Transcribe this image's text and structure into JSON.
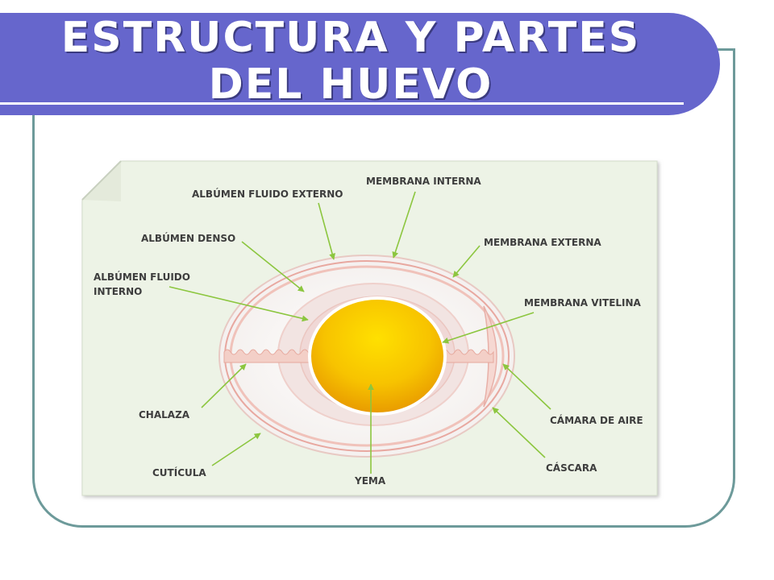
{
  "slide": {
    "title": "Estructura y partes del huevo"
  },
  "diagram": {
    "labels": {
      "albumen_fluido_externo": "ALBÚMEN FLUIDO EXTERNO",
      "membrana_interna": "MEMBRANA INTERNA",
      "albumen_denso": "ALBÚMEN DENSO",
      "membrana_externa": "MEMBRANA EXTERNA",
      "albumen_fluido_interno_1": "ALBÚMEN FLUIDO",
      "albumen_fluido_interno_2": "INTERNO",
      "membrana_vitelina": "MEMBRANA VITELINA",
      "chalaza": "CHALAZA",
      "camara_de_aire": "CÁMARA DE AIRE",
      "cuticula": "CUTÍCULA",
      "yema": "YEMA",
      "cascara": "CÁSCARA"
    },
    "colors": {
      "panel": "#edf3e6",
      "pointer": "#8cc63f",
      "yolk": "#f5b800",
      "shell_line": "#e8a8a0",
      "banner": "#6666cc",
      "frame": "#6d9a9a"
    }
  }
}
